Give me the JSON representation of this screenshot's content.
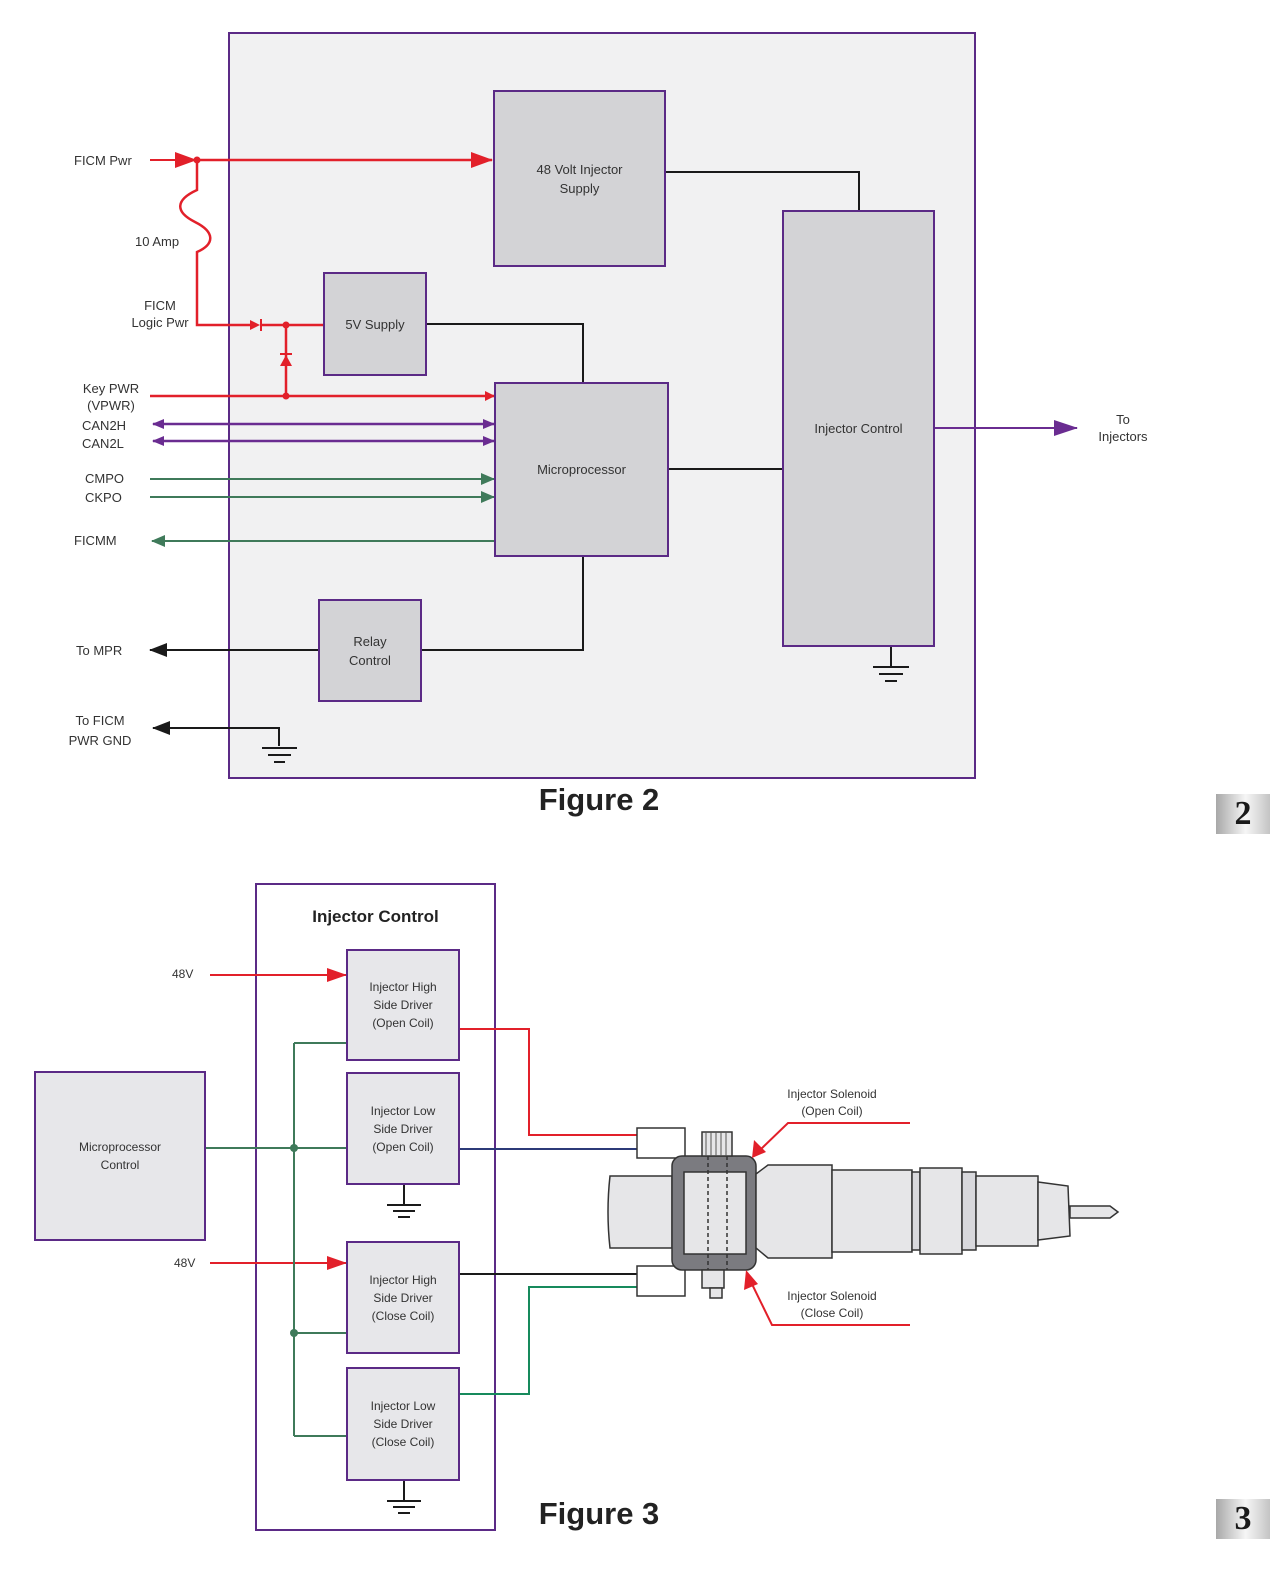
{
  "figure2": {
    "caption": "Figure 2",
    "blocks": {
      "injector_supply": "48 Volt Injector\nSupply",
      "supply_5v": "5V Supply",
      "microprocessor": "Microprocessor",
      "relay_control": "Relay\nControl",
      "injector_control": "Injector Control"
    },
    "signals": {
      "ficm_pwr": "FICM Pwr",
      "fuse": "10 Amp",
      "ficm_logic_pwr": "FICM\nLogic Pwr",
      "key_pwr": "Key PWR\n(VPWR)",
      "can2h": "CAN2H",
      "can2l": "CAN2L",
      "cmpo": "CMPO",
      "ckpo": "CKPO",
      "ficmm": "FICMM",
      "to_mpr": "To MPR",
      "to_ficm_pwr_gnd": "To FICM\nPWR GND",
      "to_injectors": "To\nInjectors"
    }
  },
  "figure3": {
    "caption": "Figure 3",
    "title": "Injector Control",
    "microprocessor": "Microprocessor\nControl",
    "voltage_top": "48V",
    "voltage_bottom": "48V",
    "drivers": [
      "Injector High\nSide Driver\n(Open Coil)",
      "Injector Low\nSide Driver\n(Open Coil)",
      "Injector High\nSide Driver\n(Close Coil)",
      "Injector Low\nSide Driver\n(Close Coil)"
    ],
    "solenoid_open": "Injector Solenoid\n(Open Coil)",
    "solenoid_close": "Injector Solenoid\n(Close Coil)"
  },
  "page_numbers": [
    "2",
    "3"
  ],
  "colors": {
    "power": "#e2202a",
    "can": "#6a2c91",
    "sensor": "#3f7a5a",
    "control": "#1a1a1a",
    "frame": "#5b2a86"
  }
}
